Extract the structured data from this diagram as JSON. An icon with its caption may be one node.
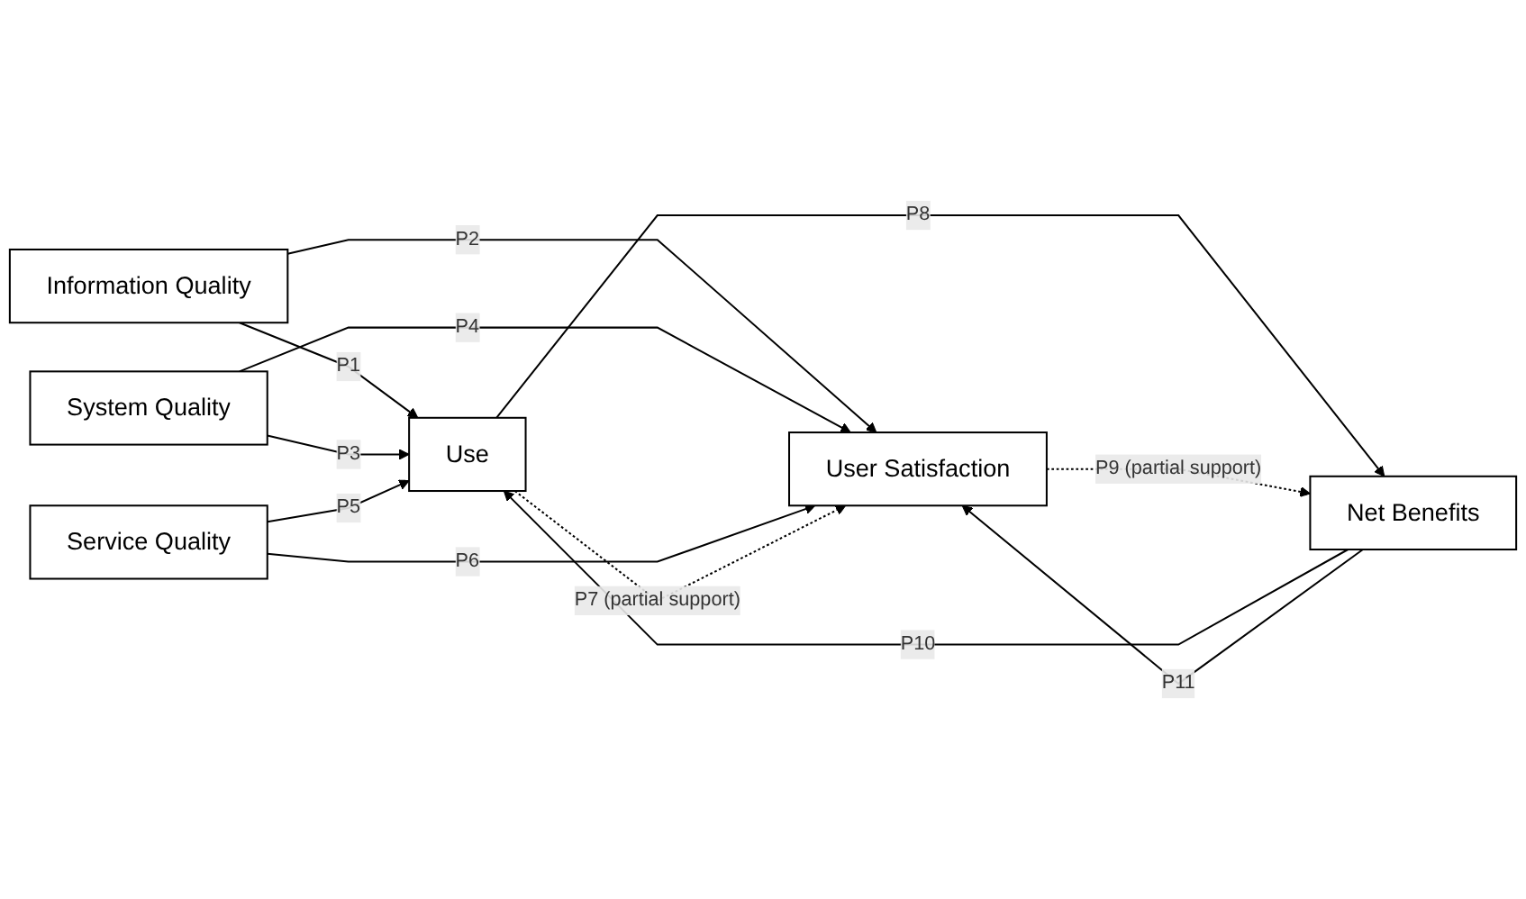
{
  "diagram": {
    "nodes": [
      {
        "text": [
          "Information Quality"
        ]
      },
      {
        "text": [
          "System Quality"
        ]
      },
      {
        "text": [
          "Service Quality"
        ]
      },
      {
        "text": [
          "Use"
        ]
      },
      {
        "text": [
          "User Satisfaction"
        ]
      },
      {
        "text": [
          "Net Benefits"
        ]
      }
    ],
    "edges": [
      {
        "from": 0,
        "to": 3,
        "arrow": "to",
        "label": "P1"
      },
      {
        "from": 0,
        "to": 4,
        "arrow": "to",
        "label": "P2"
      },
      {
        "from": 1,
        "to": 3,
        "arrow": "to",
        "label": "P3"
      },
      {
        "from": 1,
        "to": 4,
        "arrow": "to",
        "label": "P4"
      },
      {
        "from": 2,
        "to": 3,
        "arrow": "to",
        "label": "P5"
      },
      {
        "from": 2,
        "to": 4,
        "arrow": "to",
        "label": "P6"
      },
      {
        "from": 3,
        "to": 4,
        "arrow": "to",
        "label": "P7 (partial support)",
        "style": "dashed"
      },
      {
        "from": 3,
        "to": 5,
        "arrow": "to",
        "label": "P8"
      },
      {
        "from": 4,
        "to": 5,
        "arrow": "to",
        "label": "P9 (partial support)",
        "style": "dashed"
      },
      {
        "from": 5,
        "to": 3,
        "arrow": "to",
        "label": "P10"
      },
      {
        "from": 5,
        "to": 4,
        "arrow": "to",
        "label": "P11"
      }
    ]
  }
}
